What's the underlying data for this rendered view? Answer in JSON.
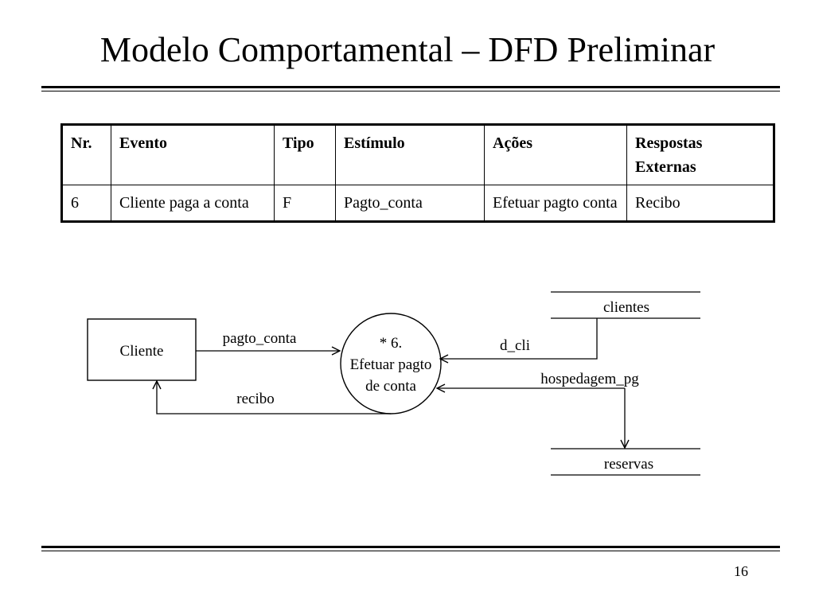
{
  "slide": {
    "title": "Modelo Comportamental – DFD Preliminar",
    "page_number": "16"
  },
  "table": {
    "headers": [
      "Nr.",
      "Evento",
      "Tipo",
      "Estímulo",
      "Ações",
      "Respostas Externas"
    ],
    "rows": [
      [
        "6",
        "Cliente paga a conta",
        "F",
        "Pagto_conta",
        "Efetuar pagto conta",
        "Recibo"
      ]
    ]
  },
  "diagram": {
    "external_entity": "Cliente",
    "process_line1": "* 6.",
    "process_line2": "Efetuar pagto",
    "process_line3": "de conta",
    "store_clientes": "clientes",
    "store_reservas": "reservas",
    "flow_pagto_conta": "pagto_conta",
    "flow_recibo": "recibo",
    "flow_d_cli": "d_cli",
    "flow_hospedagem_pg": "hospedagem_pg"
  }
}
